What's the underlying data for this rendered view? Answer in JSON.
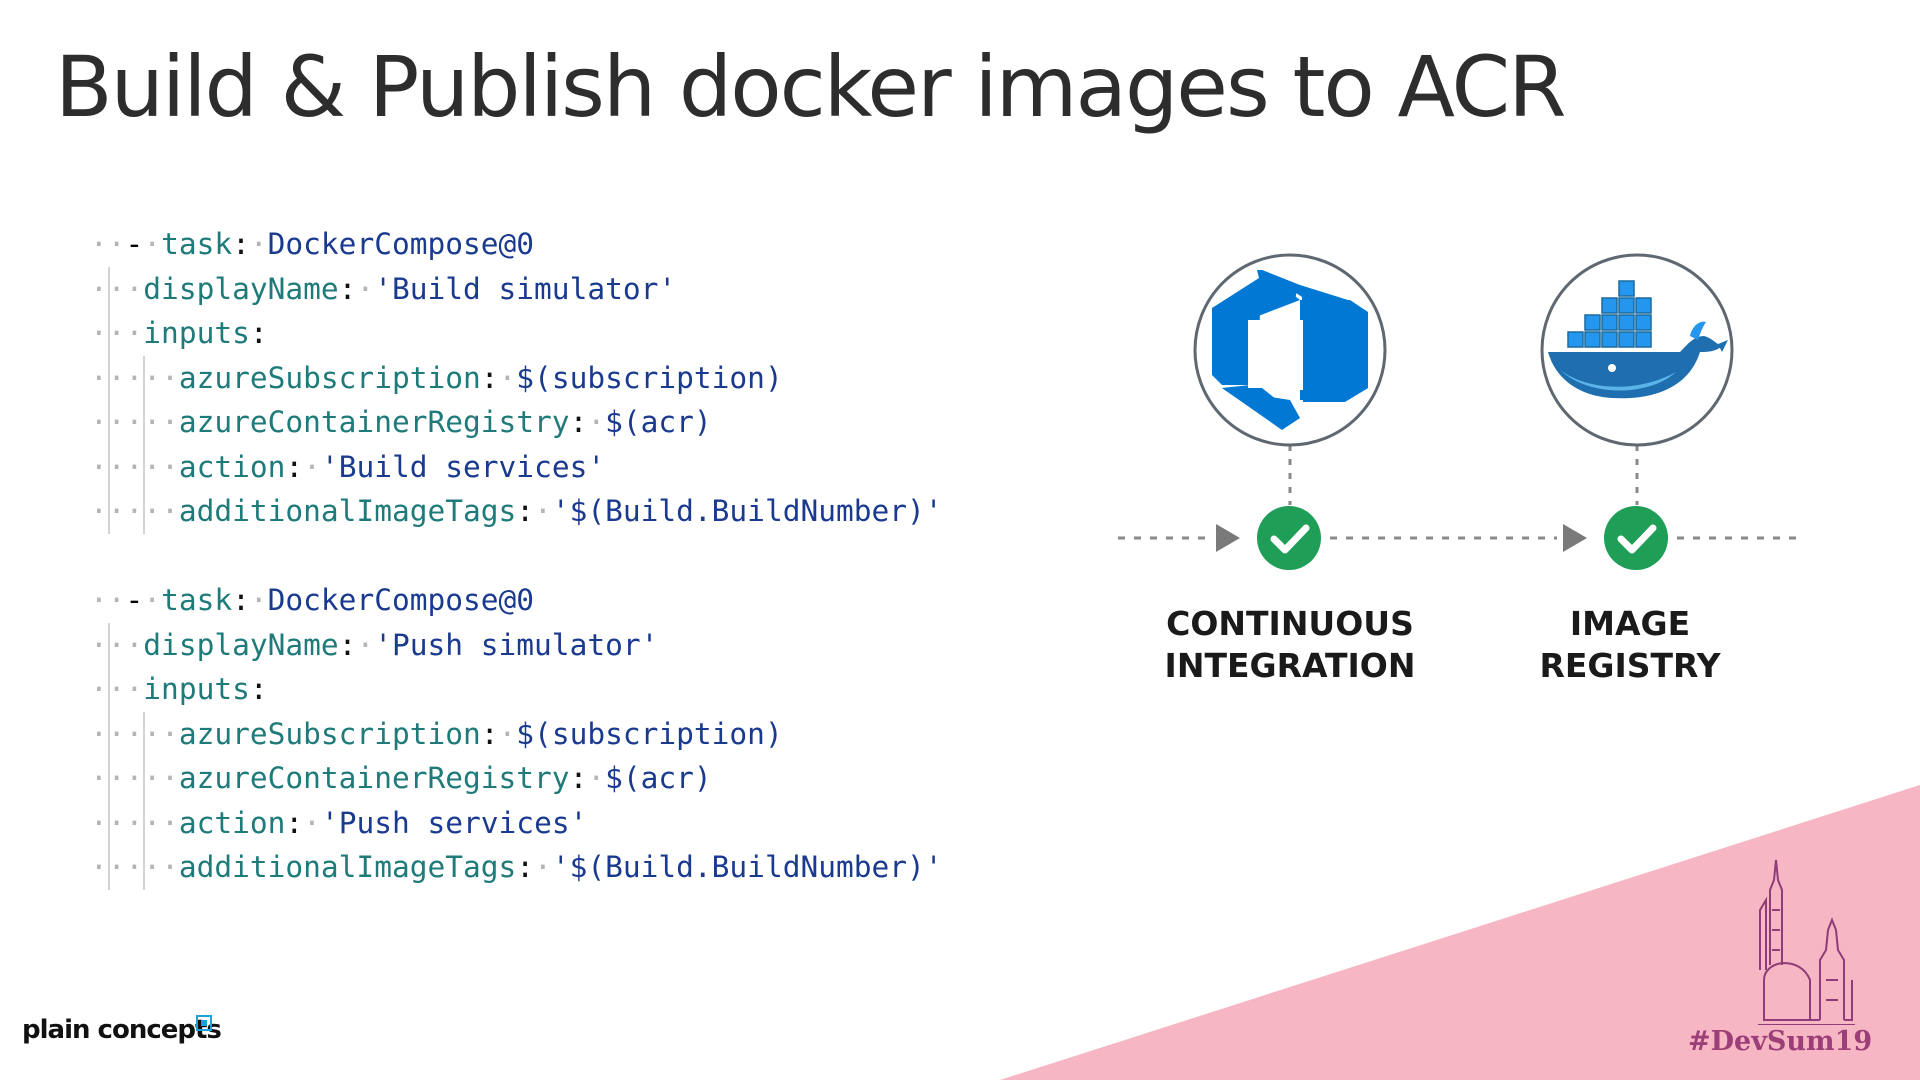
{
  "slide": {
    "title": "Build & Publish docker images to ACR"
  },
  "code": {
    "tasks": [
      {
        "dash": "-",
        "task_key": "task",
        "task_value": "DockerCompose@0",
        "display_key": "displayName",
        "display_value": "'Build simulator'",
        "inputs_key": "inputs",
        "inputs": [
          {
            "key": "azureSubscription",
            "value": "$(subscription)"
          },
          {
            "key": "azureContainerRegistry",
            "value": "$(acr)"
          },
          {
            "key": "action",
            "value": "'Build services'"
          },
          {
            "key": "additionalImageTags",
            "value": "'$(Build.BuildNumber)'"
          }
        ]
      },
      {
        "dash": "-",
        "task_key": "task",
        "task_value": "DockerCompose@0",
        "display_key": "displayName",
        "display_value": "'Push simulator'",
        "inputs_key": "inputs",
        "inputs": [
          {
            "key": "azureSubscription",
            "value": "$(subscription)"
          },
          {
            "key": "azureContainerRegistry",
            "value": "$(acr)"
          },
          {
            "key": "action",
            "value": "'Push services'"
          },
          {
            "key": "additionalImageTags",
            "value": "'$(Build.BuildNumber)'"
          }
        ]
      }
    ]
  },
  "diagram": {
    "stages": [
      {
        "label": "CONTINUOUS\nINTEGRATION",
        "icon": "azure-devops-icon"
      },
      {
        "label": "IMAGE\nREGISTRY",
        "icon": "docker-whale-icon"
      }
    ]
  },
  "footer": {
    "brand": "plain concepts",
    "hashtag": "#DevSum19"
  },
  "colors": {
    "azure_blue": "#0078d4",
    "docker_blue": "#2496ed",
    "check_green": "#1e9e57",
    "pink": "#f6b6c3",
    "hashtag_purple": "#9c3f78"
  }
}
